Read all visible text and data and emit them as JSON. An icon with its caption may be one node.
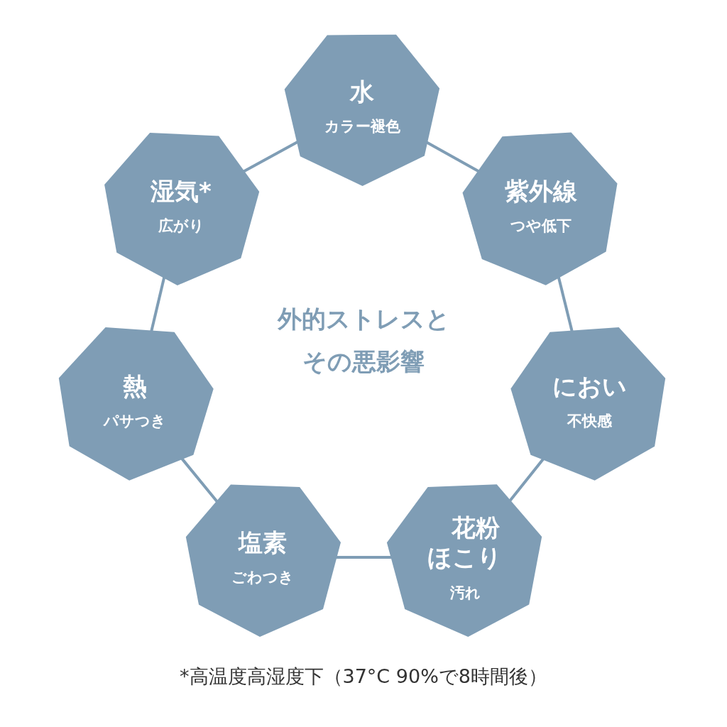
{
  "diagram": {
    "title": "外的ストレスとその悪影響",
    "nodes": [
      {
        "text": [
          "水",
          "カラー褪色"
        ]
      },
      {
        "text": [
          "紫外線",
          "つや低下"
        ]
      },
      {
        "text": [
          "におい",
          "不快感"
        ]
      },
      {
        "text": [
          "花粉ほこり",
          "汚れ"
        ]
      },
      {
        "text": [
          "塩素",
          "ごわつき"
        ]
      },
      {
        "text": [
          "熱",
          "パサつき"
        ]
      },
      {
        "text": [
          "湿気*",
          "広がり"
        ]
      }
    ],
    "edges": [
      {
        "from": 0,
        "to": 1,
        "arrow": "none"
      },
      {
        "from": 1,
        "to": 2,
        "arrow": "none"
      },
      {
        "from": 2,
        "to": 3,
        "arrow": "none"
      },
      {
        "from": 3,
        "to": 4,
        "arrow": "none"
      },
      {
        "from": 4,
        "to": 5,
        "arrow": "none"
      },
      {
        "from": 5,
        "to": 6,
        "arrow": "none"
      },
      {
        "from": 6,
        "to": 0,
        "arrow": "none"
      }
    ],
    "caption": "*高温度高湿度下（37°C 90%で8時間後）"
  }
}
